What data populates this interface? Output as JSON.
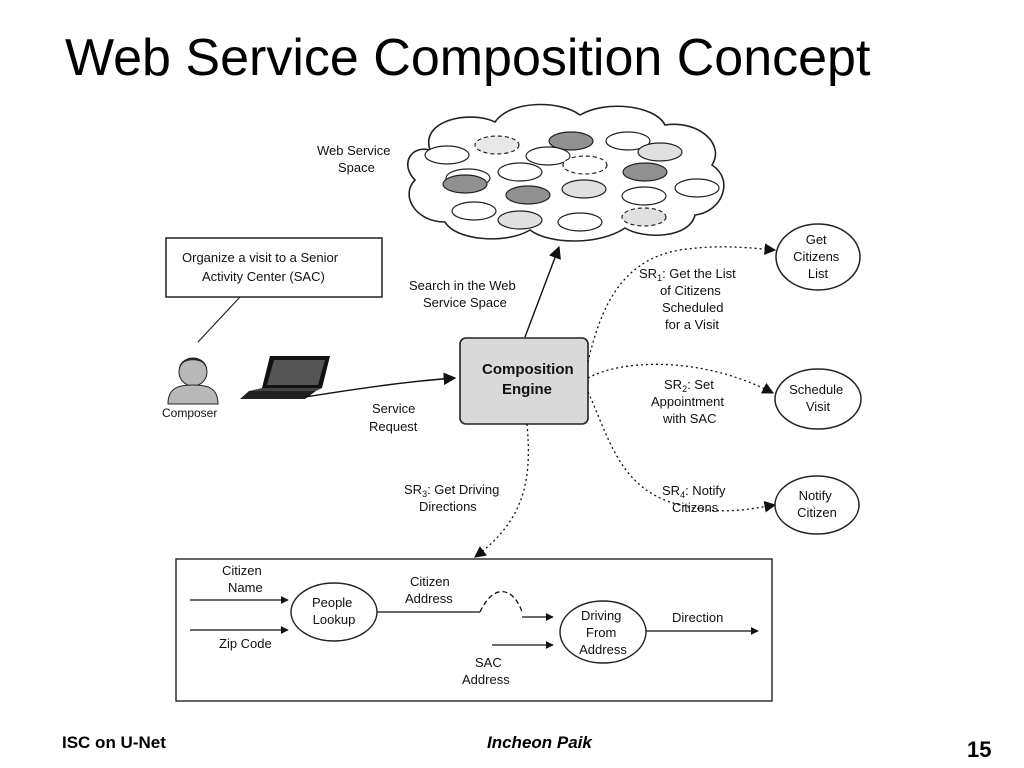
{
  "title": "Web Service Composition Concept",
  "diagram": {
    "web_service_space": [
      "Web Service",
      "Space"
    ],
    "task_box": [
      "Organize a visit to a Senior",
      "Activity Center (SAC)"
    ],
    "composer_label": "Composer",
    "search_label": [
      "Search in the Web",
      "Service Space"
    ],
    "engine": [
      "Composition",
      "Engine"
    ],
    "service_request": [
      "Service",
      "Request"
    ],
    "sr1": {
      "prefix": "SR",
      "sub": "1",
      "lines": [
        ": Get the List",
        "of Citizens",
        "Scheduled",
        "for a Visit"
      ]
    },
    "sr2": {
      "prefix": "SR",
      "sub": "2",
      "lines": [
        ": Set",
        "Appointment",
        "with SAC"
      ]
    },
    "sr3": {
      "prefix": "SR",
      "sub": "3",
      "lines": [
        ": Get Driving",
        "Directions"
      ]
    },
    "sr4": {
      "prefix": "SR",
      "sub": "4",
      "lines": [
        ": Notify",
        "Citizens"
      ]
    },
    "get_citizens": [
      "Get",
      "Citizens",
      "List"
    ],
    "schedule_visit": [
      "Schedule",
      "Visit"
    ],
    "notify_citizen": [
      "Notify",
      "Citizen"
    ],
    "workflow": {
      "citizen_name": [
        "Citizen",
        "Name"
      ],
      "zip_code": "Zip Code",
      "people_lookup": [
        "People",
        "Lookup"
      ],
      "citizen_address": [
        "Citizen",
        "Address"
      ],
      "driving": [
        "Driving",
        "From",
        "Address"
      ],
      "sac_address": [
        "SAC",
        "Address"
      ],
      "direction": "Direction"
    }
  },
  "footer": {
    "left": "ISC on U-Net",
    "center": "Incheon Paik",
    "page": "15"
  }
}
